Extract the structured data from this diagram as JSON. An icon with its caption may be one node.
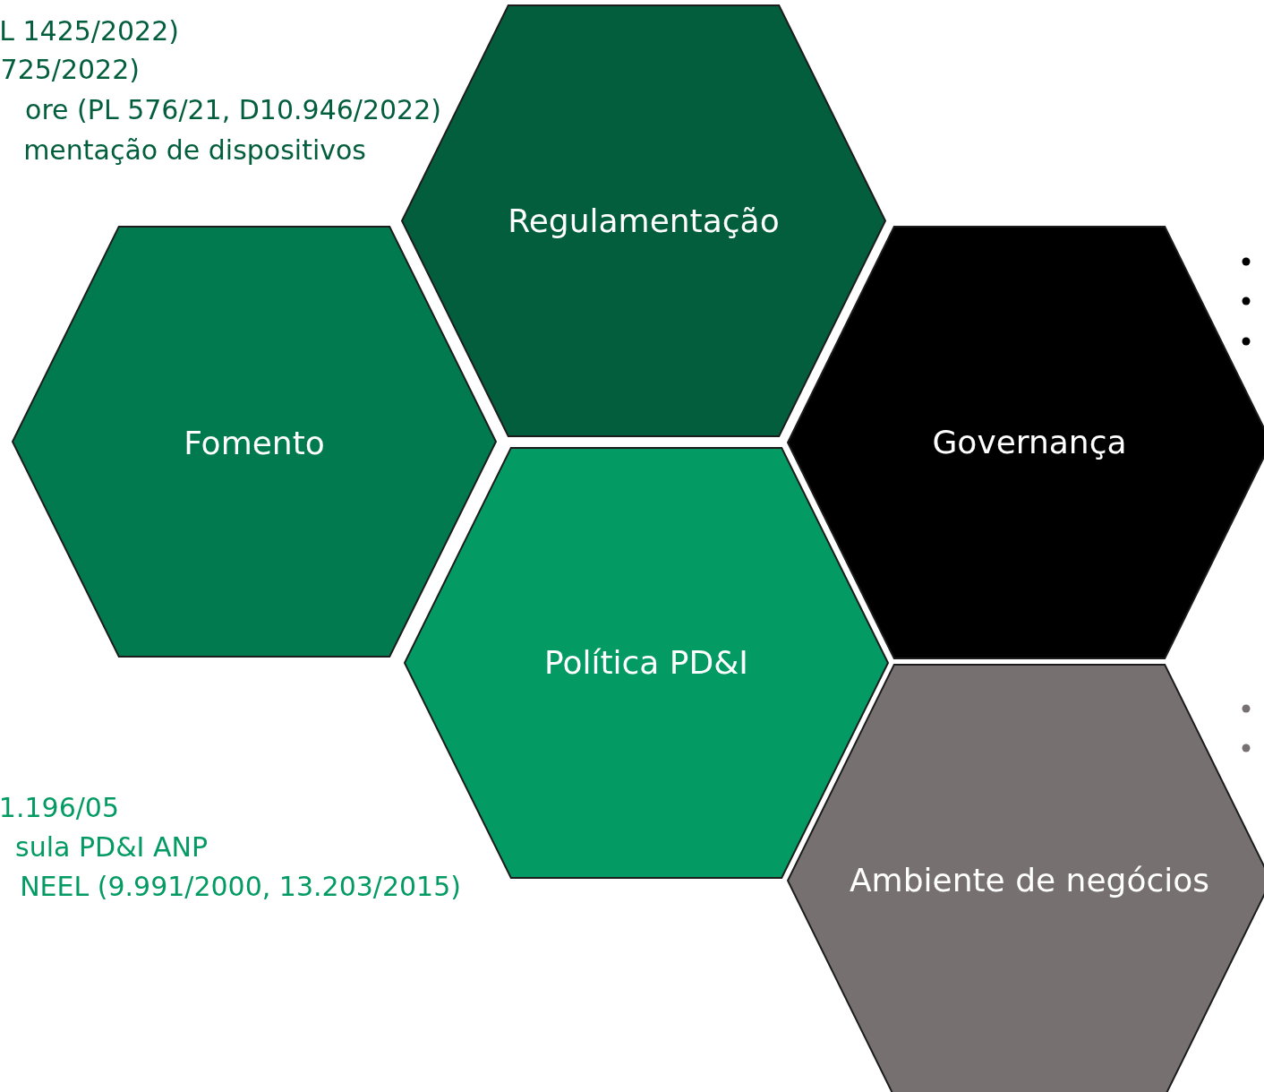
{
  "diagram": {
    "nodes": [
      {
        "text": [
          "Regulamentação"
        ]
      },
      {
        "text": [
          "Fomento"
        ]
      },
      {
        "text": [
          "Governança"
        ]
      },
      {
        "text": [
          "Política PD&I"
        ]
      },
      {
        "text": [
          "Ambiente de negócios"
        ]
      }
    ],
    "labels": [
      "L 1425/2022)",
      "725/2022)",
      "ore (PL 576/21, D10.946/2022)",
      "mentação de dispositivos",
      "1.196/05",
      "sula PD&I ANP",
      "NEEL (9.991/2000, 13.203/2015)"
    ]
  }
}
